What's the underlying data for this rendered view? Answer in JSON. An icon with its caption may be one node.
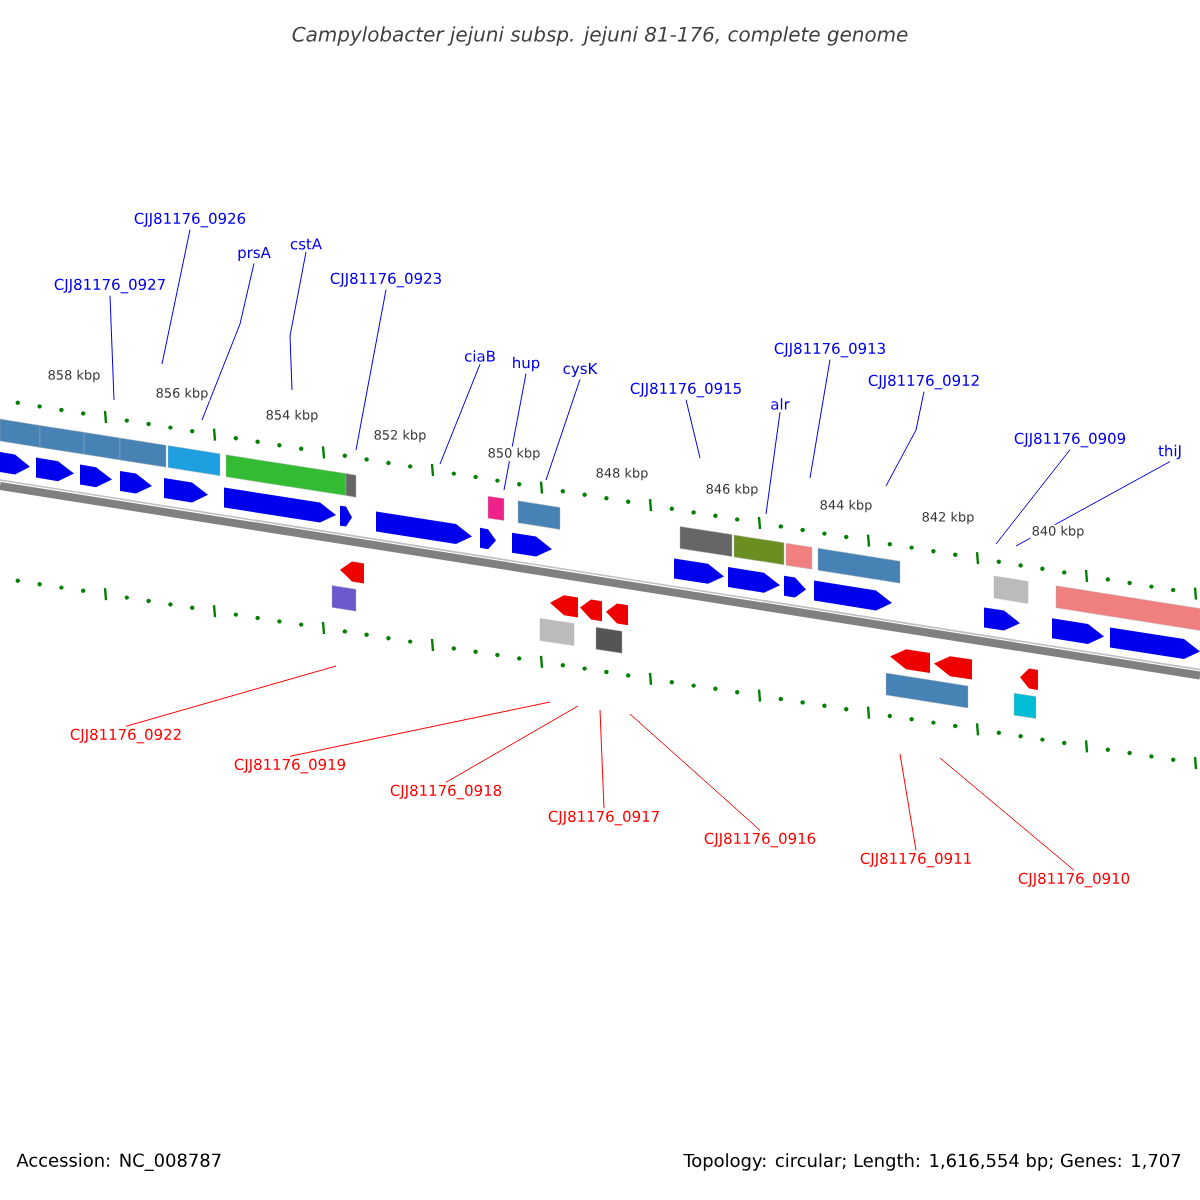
{
  "diagram": {
    "title": "Campylobacter jejuni subsp. jejuni 81-176, complete genome",
    "nodes": [
      {
        "text": [
          "CJJ81176_0927"
        ]
      },
      {
        "text": [
          "CJJ81176_0926"
        ]
      },
      {
        "text": [
          "prsA"
        ]
      },
      {
        "text": [
          "cstA"
        ]
      },
      {
        "text": [
          "CJJ81176_0923"
        ]
      },
      {
        "text": [
          "ciaB"
        ]
      },
      {
        "text": [
          "hup"
        ]
      },
      {
        "text": [
          "cysK"
        ]
      },
      {
        "text": [
          "CJJ81176_0915"
        ]
      },
      {
        "text": [
          "alr"
        ]
      },
      {
        "text": [
          "CJJ81176_0913"
        ]
      },
      {
        "text": [
          "CJJ81176_0912"
        ]
      },
      {
        "text": [
          "CJJ81176_0909"
        ]
      },
      {
        "text": [
          "thiJ"
        ]
      },
      {
        "text": [
          "CJJ81176_0922"
        ]
      },
      {
        "text": [
          "CJJ81176_0919"
        ]
      },
      {
        "text": [
          "CJJ81176_0918"
        ]
      },
      {
        "text": [
          "CJJ81176_0917"
        ]
      },
      {
        "text": [
          "CJJ81176_0916"
        ]
      },
      {
        "text": [
          "CJJ81176_0911"
        ]
      },
      {
        "text": [
          "CJJ81176_0910"
        ]
      }
    ],
    "edges": [
      {
        "from": 0,
        "to": null,
        "arrow": "none"
      },
      {
        "from": 1,
        "to": null,
        "arrow": "none"
      },
      {
        "from": 2,
        "to": null,
        "arrow": "none"
      },
      {
        "from": 3,
        "to": null,
        "arrow": "none"
      },
      {
        "from": 4,
        "to": null,
        "arrow": "none"
      },
      {
        "from": 5,
        "to": null,
        "arrow": "none"
      },
      {
        "from": 6,
        "to": null,
        "arrow": "none"
      },
      {
        "from": 7,
        "to": null,
        "arrow": "none"
      },
      {
        "from": 8,
        "to": null,
        "arrow": "none"
      },
      {
        "from": 9,
        "to": null,
        "arrow": "none"
      },
      {
        "from": 10,
        "to": null,
        "arrow": "none"
      },
      {
        "from": 11,
        "to": null,
        "arrow": "none"
      },
      {
        "from": 12,
        "to": null,
        "arrow": "none"
      },
      {
        "from": 13,
        "to": null,
        "arrow": "none"
      },
      {
        "from": 14,
        "to": null,
        "arrow": "none",
        "color": "#ff0000"
      },
      {
        "from": 15,
        "to": null,
        "arrow": "none",
        "color": "#ff0000"
      },
      {
        "from": 16,
        "to": null,
        "arrow": "none",
        "color": "#ff0000"
      },
      {
        "from": 17,
        "to": null,
        "arrow": "none",
        "color": "#ff0000"
      },
      {
        "from": 18,
        "to": null,
        "arrow": "none",
        "color": "#ff0000"
      },
      {
        "from": 19,
        "to": null,
        "arrow": "none",
        "color": "#ff0000"
      },
      {
        "from": 20,
        "to": null,
        "arrow": "none",
        "color": "#ff0000"
      }
    ],
    "labels": [
      "858 kbp",
      "856 kbp",
      "854 kbp",
      "852 kbp",
      "850 kbp",
      "848 kbp",
      "846 kbp",
      "844 kbp",
      "842 kbp",
      "840 kbp",
      "Accession: NC_008787",
      "Topology: circular; Length: 1,616,554 bp; Genes: 1,707"
    ]
  }
}
